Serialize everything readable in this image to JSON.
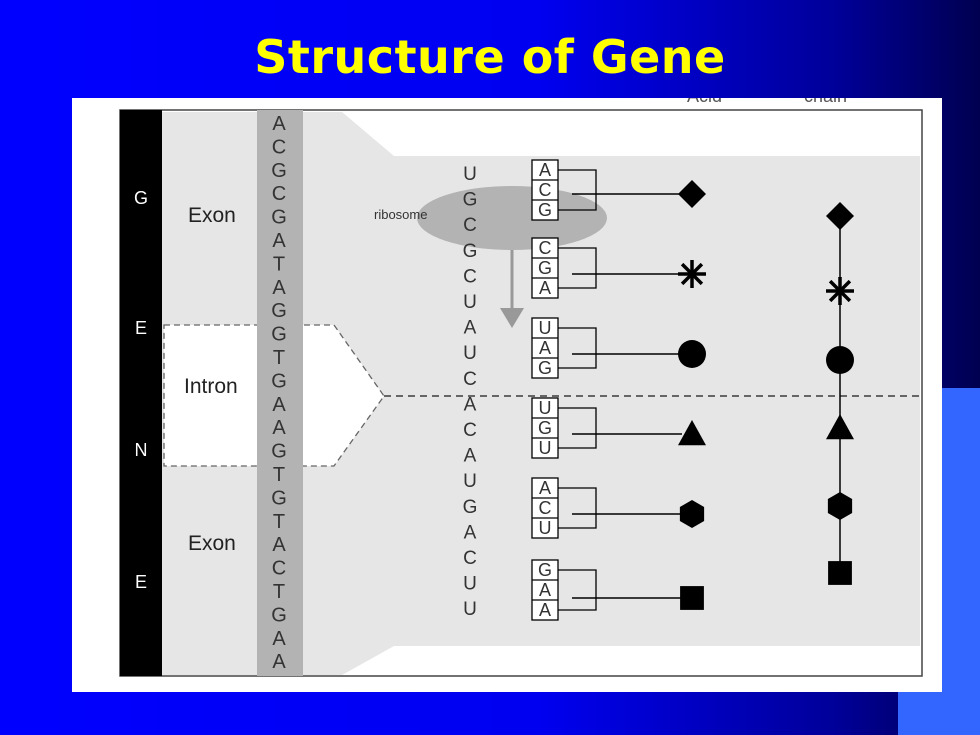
{
  "slide": {
    "title": "Structure of Gene"
  },
  "diagram": {
    "gene_letters": [
      "G",
      "E",
      "N",
      "E"
    ],
    "region_labels": {
      "exon_top": "Exon",
      "intron": "Intron",
      "exon_bottom": "Exon"
    },
    "dna_sequence": [
      "A",
      "C",
      "G",
      "C",
      "G",
      "A",
      "T",
      "A",
      "G",
      "G",
      "T",
      "G",
      "A",
      "A",
      "G",
      "T",
      "G",
      "T",
      "A",
      "C",
      "T",
      "G",
      "A",
      "A"
    ],
    "mrna_sequence": [
      "U",
      "G",
      "C",
      "G",
      "C",
      "U",
      "A",
      "U",
      "C",
      "A",
      "C",
      "A",
      "U",
      "G",
      "A",
      "C",
      "U",
      "U"
    ],
    "ribosome_label": "ribosome",
    "codons": [
      [
        "A",
        "C",
        "G"
      ],
      [
        "C",
        "G",
        "A"
      ],
      [
        "U",
        "A",
        "G"
      ],
      [
        "U",
        "G",
        "U"
      ],
      [
        "A",
        "C",
        "U"
      ],
      [
        "G",
        "A",
        "A"
      ]
    ],
    "amino_acid_shapes": [
      "diamond",
      "asterisk",
      "circle",
      "triangle",
      "hexagon",
      "square"
    ],
    "header_fragments": {
      "acid": "Acid",
      "chain": "chain"
    },
    "colors": {
      "title": "#ffff00",
      "background": "#0000ff",
      "gene_bar": "#000000",
      "dna_strip": "#b3b3b3",
      "panel_fill": "#e6e6e6"
    }
  }
}
